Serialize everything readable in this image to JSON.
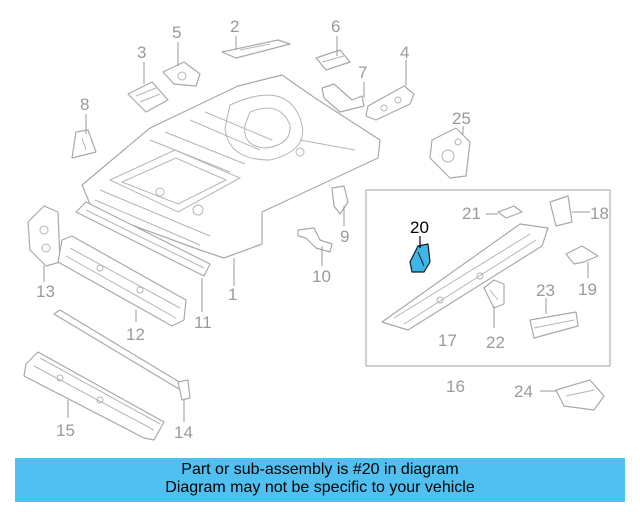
{
  "callouts": {
    "c1": "1",
    "c2": "2",
    "c3": "3",
    "c4": "4",
    "c5": "5",
    "c6": "6",
    "c7": "7",
    "c8": "8",
    "c9": "9",
    "c10": "10",
    "c11": "11",
    "c12": "12",
    "c13": "13",
    "c14": "14",
    "c15": "15",
    "c16": "16",
    "c17": "17",
    "c18": "18",
    "c19": "19",
    "c20": "20",
    "c21": "21",
    "c22": "22",
    "c23": "23",
    "c24": "24",
    "c25": "25"
  },
  "highlight": {
    "part": "20",
    "color": "#3fb6ea"
  },
  "banner": {
    "line1": "Part or sub-assembly is #20 in diagram",
    "line2": "Diagram may not be specific to your vehicle",
    "color": "#4fc0f0"
  }
}
